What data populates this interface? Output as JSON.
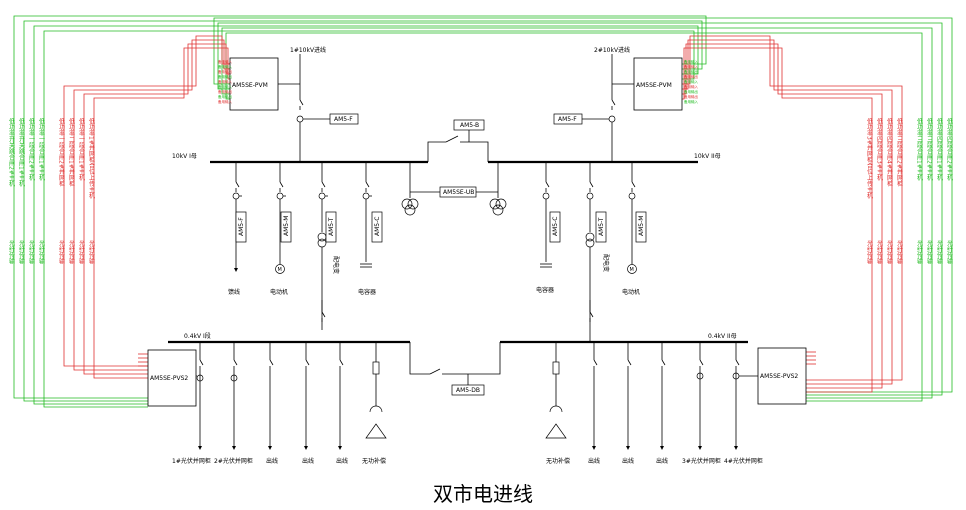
{
  "caption": "双市电进线",
  "colors": {
    "red": "#e03030",
    "green": "#22bb22",
    "line": "#000000"
  },
  "incoming": {
    "left": "1#10kV进线",
    "right": "2#10kV进线"
  },
  "devices": {
    "pvm": "AM5SE-PVM",
    "pvs": "AM5SE-PVS2",
    "f": "AM5-F",
    "b": "AM5-B",
    "ub": "AM5SE-UB",
    "db": "AM5-DB",
    "m": "AM5-M",
    "c": "AM5-C",
    "t": "AM5-T"
  },
  "buses": {
    "hv_left": "10kV I母",
    "hv_right": "10kV II母",
    "lv_left": "0.4kV I段",
    "lv_right": "0.4kV II母"
  },
  "transformer": "配电变",
  "hv_loads": {
    "left": [
      "馈线",
      "电动机",
      "电容器"
    ],
    "right": [
      "电容器",
      "电动机"
    ]
  },
  "lv_outlets": {
    "left": [
      "1#光伏并网柜",
      "2#光伏并网柜",
      "出线",
      "出线",
      "出线",
      "无功补偿"
    ],
    "right": [
      "无功补偿",
      "出线",
      "出线",
      "出线",
      "3#光伏并网柜",
      "4#光伏并网柜"
    ]
  },
  "signal_labels": {
    "left_green": [
      "低功率开关跳合闸2#主机",
      "低功率开关跳合闸1#主机",
      "低功率一段合闸2#主机",
      "低功率一段合闸1#主机"
    ],
    "left_red": [
      "低功率一段合闸2#并网柜",
      "低功率二段合闸1#并网柜",
      "低功率一段合闸1#主机",
      "低功率1#并网柜合位上传主机"
    ],
    "right_green": [
      "低功率四段合闸2#主机",
      "低功率四段合闸1#主机",
      "低功率三段合闸2#主机",
      "低功率三段合闸1#主机"
    ],
    "right_red": [
      "低功率三段合闸2#并网柜",
      "低功率四段合闸4#并网柜",
      "低功率四段合闸3#主机",
      "低功率3#并网柜合位上传主机"
    ],
    "fiber": "光纤传输"
  },
  "pin_labels": [
    "备用输入",
    "备用输入",
    "备用输出",
    "备用输出",
    "备用输入",
    "备用输入",
    "备用输出",
    "备用输出",
    "备用输入"
  ]
}
